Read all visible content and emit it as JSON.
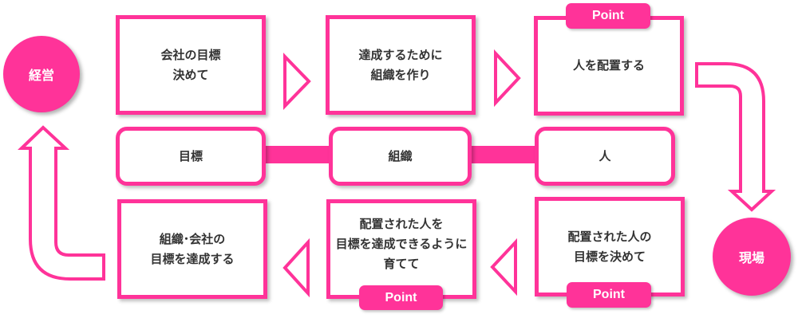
{
  "colors": {
    "accent": "#ff3399",
    "text": "#333333"
  },
  "nodes": {
    "management": "経営",
    "field": "現場"
  },
  "top_row": [
    {
      "text": "会社の目標\n決めて"
    },
    {
      "text": "達成するために\n組織を作り"
    },
    {
      "text": "人を配置する",
      "badge": "Point"
    }
  ],
  "middle_row": [
    {
      "text": "目標"
    },
    {
      "text": "組織"
    },
    {
      "text": "人"
    }
  ],
  "bottom_row": [
    {
      "text": "組織･会社の\n目標を達成する"
    },
    {
      "text": "配置された人を\n目標を達成できるように\n育てて",
      "badge": "Point"
    },
    {
      "text": "配置された人の\n目標を決めて",
      "badge": "Point"
    }
  ]
}
